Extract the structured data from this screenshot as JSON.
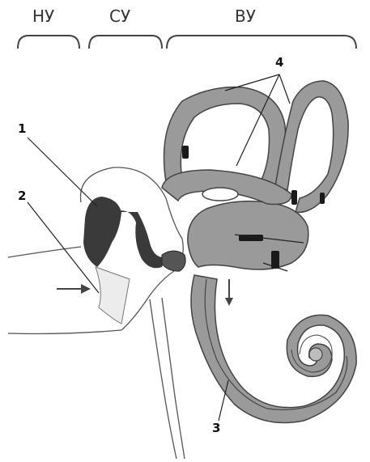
{
  "headers": {
    "outer": "НУ",
    "middle": "СУ",
    "inner": "ВУ"
  },
  "labels": {
    "one": "1",
    "two": "2",
    "three": "3",
    "four": "4"
  },
  "colors": {
    "tissue": "#9a9a9a",
    "tissue_light": "#bdbdbd",
    "dark": "#3a3a3a",
    "line": "#444444",
    "fluid_light": "#d0d0d0"
  }
}
